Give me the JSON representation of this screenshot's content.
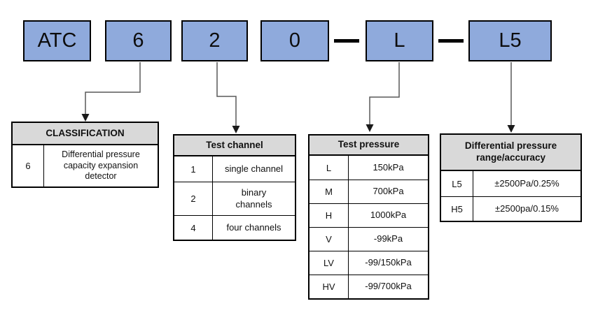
{
  "model_code": {
    "boxes": [
      "ATC",
      "6",
      "2",
      "0",
      "L",
      "L5"
    ]
  },
  "colors": {
    "box_fill": "#8FAADC",
    "header_fill": "#D9D9D9",
    "line": "#595959"
  },
  "tables": {
    "classification": {
      "title": "CLASSIFICATION",
      "rows": [
        {
          "code": "6",
          "description": "Differential pressure\ncapacity expansion\ndetector"
        }
      ]
    },
    "test_channel": {
      "title": "Test channel",
      "rows": [
        {
          "code": "1",
          "description": "single channel"
        },
        {
          "code": "2",
          "description": "binary\nchannels"
        },
        {
          "code": "4",
          "description": "four channels"
        }
      ]
    },
    "test_pressure": {
      "title": "Test pressure",
      "rows": [
        {
          "code": "L",
          "description": "150kPa"
        },
        {
          "code": "M",
          "description": "700kPa"
        },
        {
          "code": "H",
          "description": "1000kPa"
        },
        {
          "code": "V",
          "description": "-99kPa"
        },
        {
          "code": "LV",
          "description": "-99/150kPa"
        },
        {
          "code": "HV",
          "description": "-99/700kPa"
        }
      ]
    },
    "diff_pressure": {
      "title": "Differential pressure\nrange/accuracy",
      "rows": [
        {
          "code": "L5",
          "description": "±2500Pa/0.25%"
        },
        {
          "code": "H5",
          "description": "±2500pa/0.15%"
        }
      ]
    }
  }
}
